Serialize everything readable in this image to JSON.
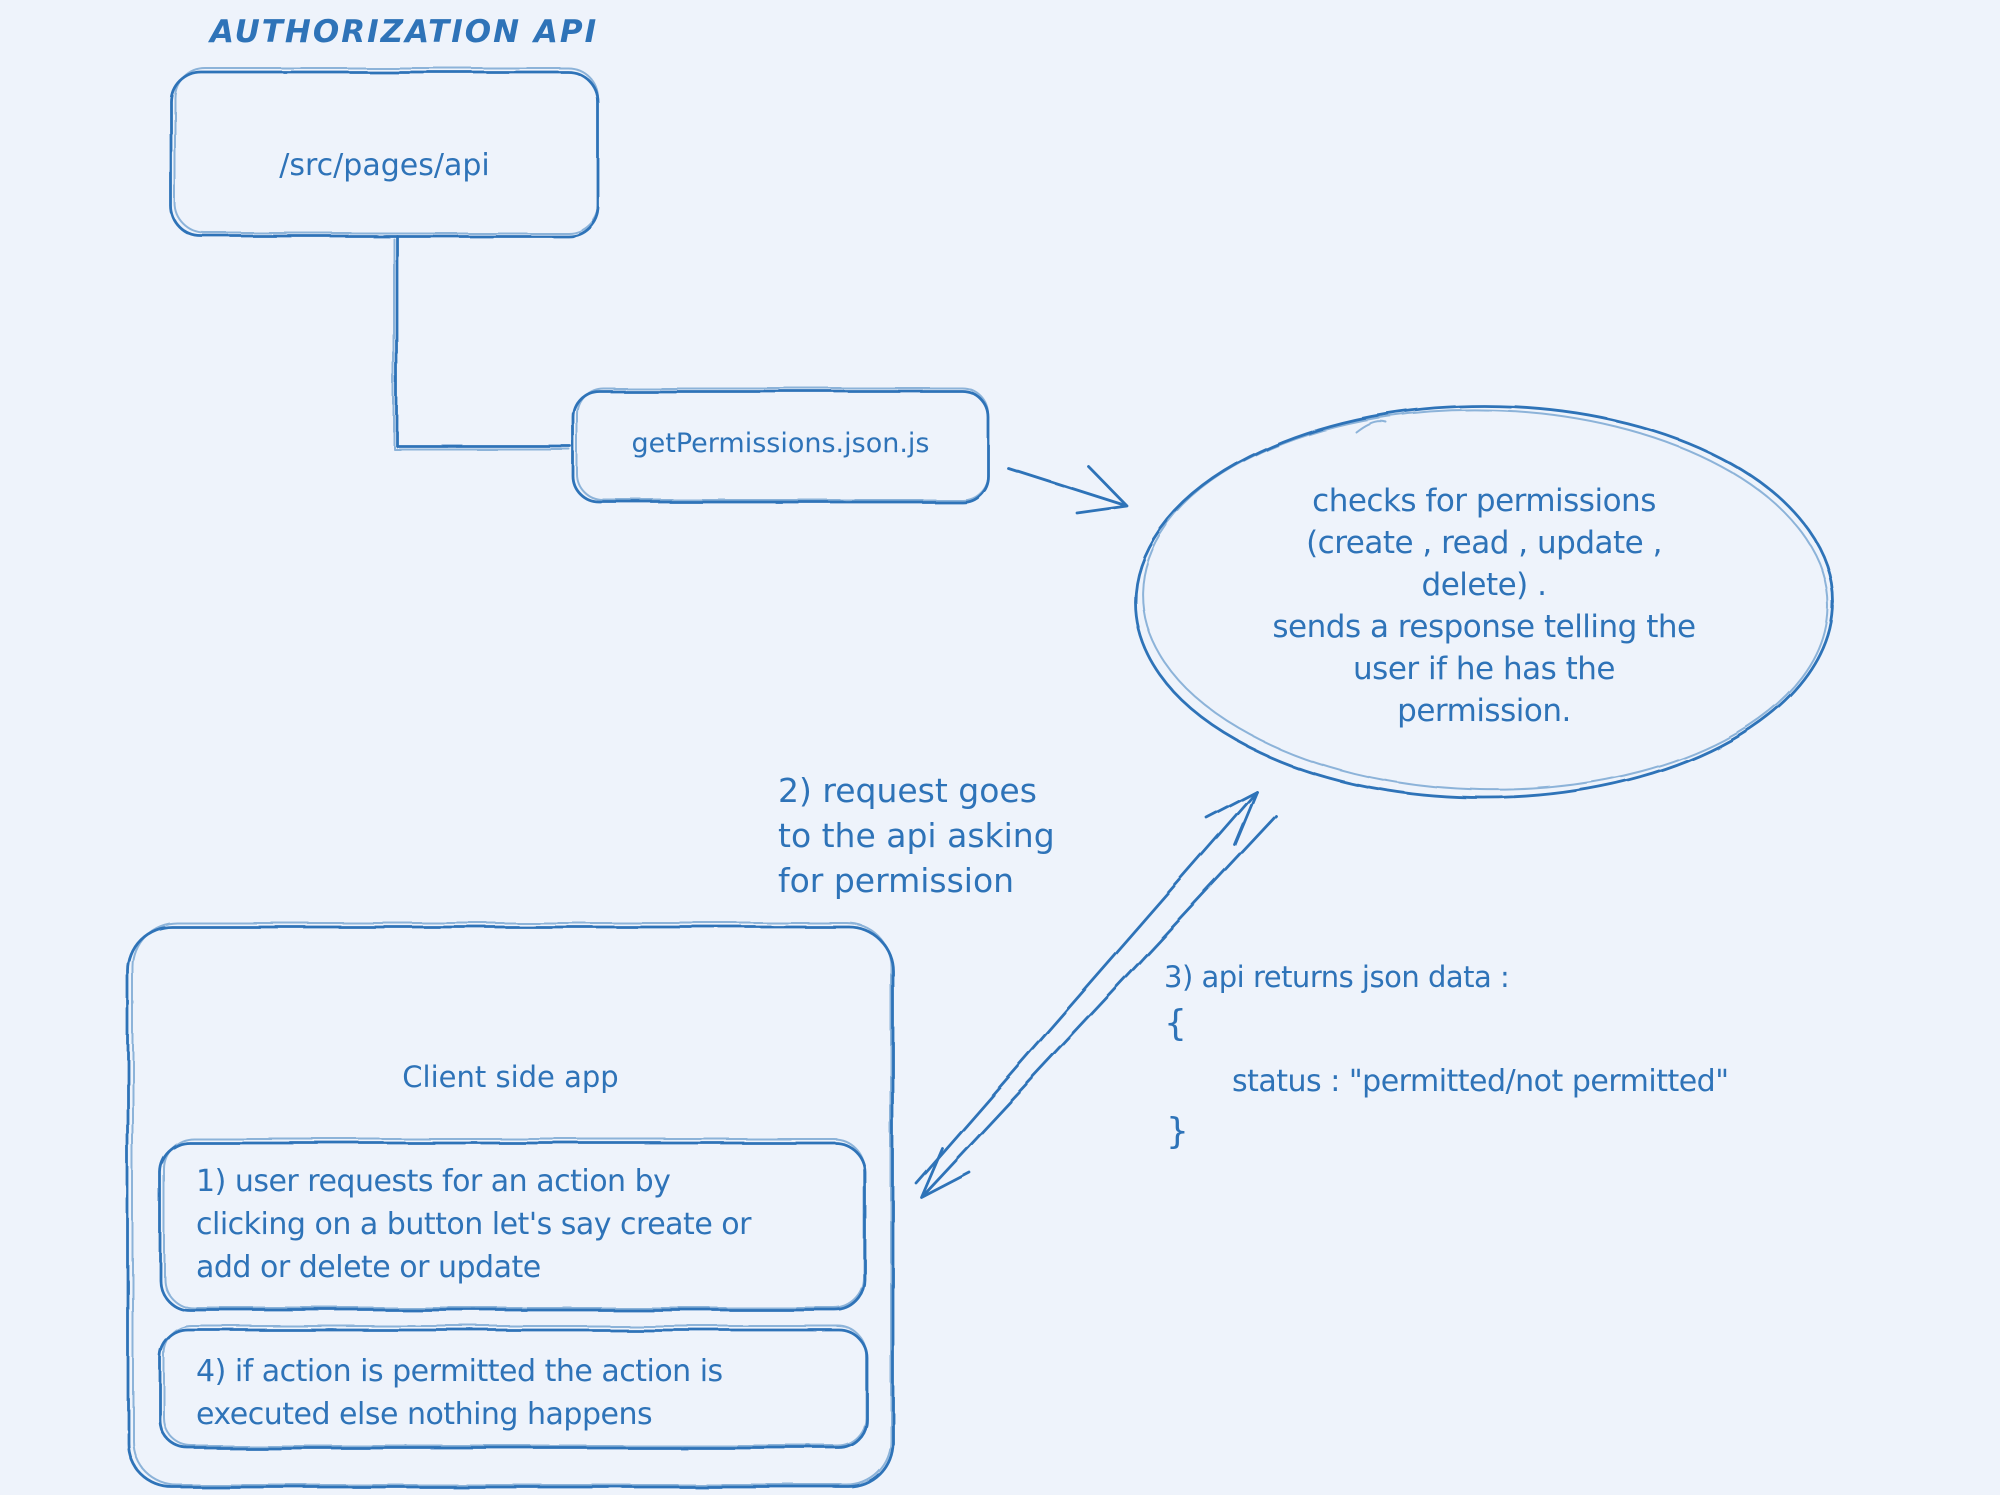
{
  "colors": {
    "ink": "#2e73b8",
    "background": "#eef3fb"
  },
  "diagram": {
    "title": "AUTHORIZATION API",
    "api_folder": {
      "label": "/src/pages/api"
    },
    "handler_file": {
      "label": "getPermissions.json.js"
    },
    "api_behavior": {
      "text": "checks for permissions\n(create , read , update ,\ndelete) .\nsends a response telling the\nuser if he has the\npermission."
    },
    "client_app": {
      "title": "Client side app",
      "step1": "1) user requests for an action by\nclicking on a button let's say create or\nadd or delete or update",
      "step4": "4) if action is permitted the action is\nexecuted else nothing happens"
    },
    "notes": {
      "step2": "2) request goes\nto the api asking\nfor permission",
      "step3_heading": "3) api returns json data :",
      "step3_open_brace": "{",
      "step3_body": "status : \"permitted/not permitted\"",
      "step3_close_brace": "}"
    }
  }
}
